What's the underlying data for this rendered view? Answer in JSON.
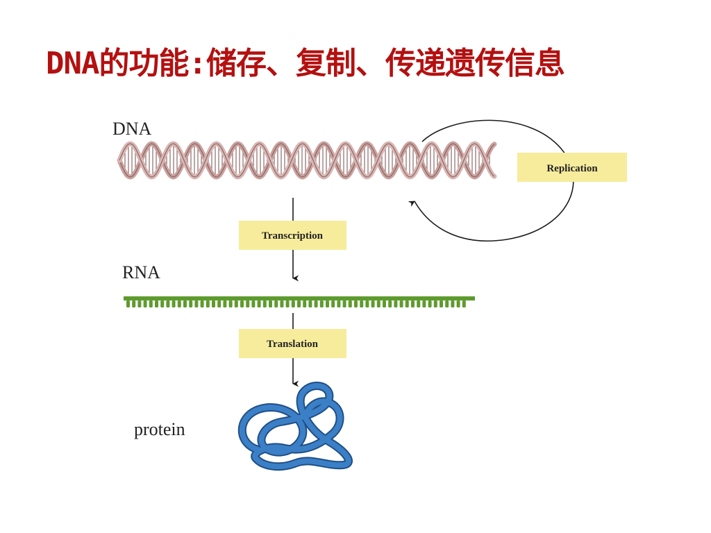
{
  "title": "DNA的功能:储存、复制、传递遗传信息",
  "colors": {
    "title": "#b41010",
    "label_box": "#f7ec9c",
    "dna_strand": "#c9a19e",
    "rna": "#5e9b2f",
    "protein": "#3b7fc7"
  },
  "diagram": {
    "dna_label": "DNA",
    "rna_label": "RNA",
    "protein_label": "protein",
    "replication_label": "Replication",
    "transcription_label": "Transcription",
    "translation_label": "Translation"
  },
  "icons": [
    "dna-helix-icon",
    "rna-strand-icon",
    "protein-fold-icon",
    "arrow-down-icon",
    "circular-arrow-icon"
  ]
}
